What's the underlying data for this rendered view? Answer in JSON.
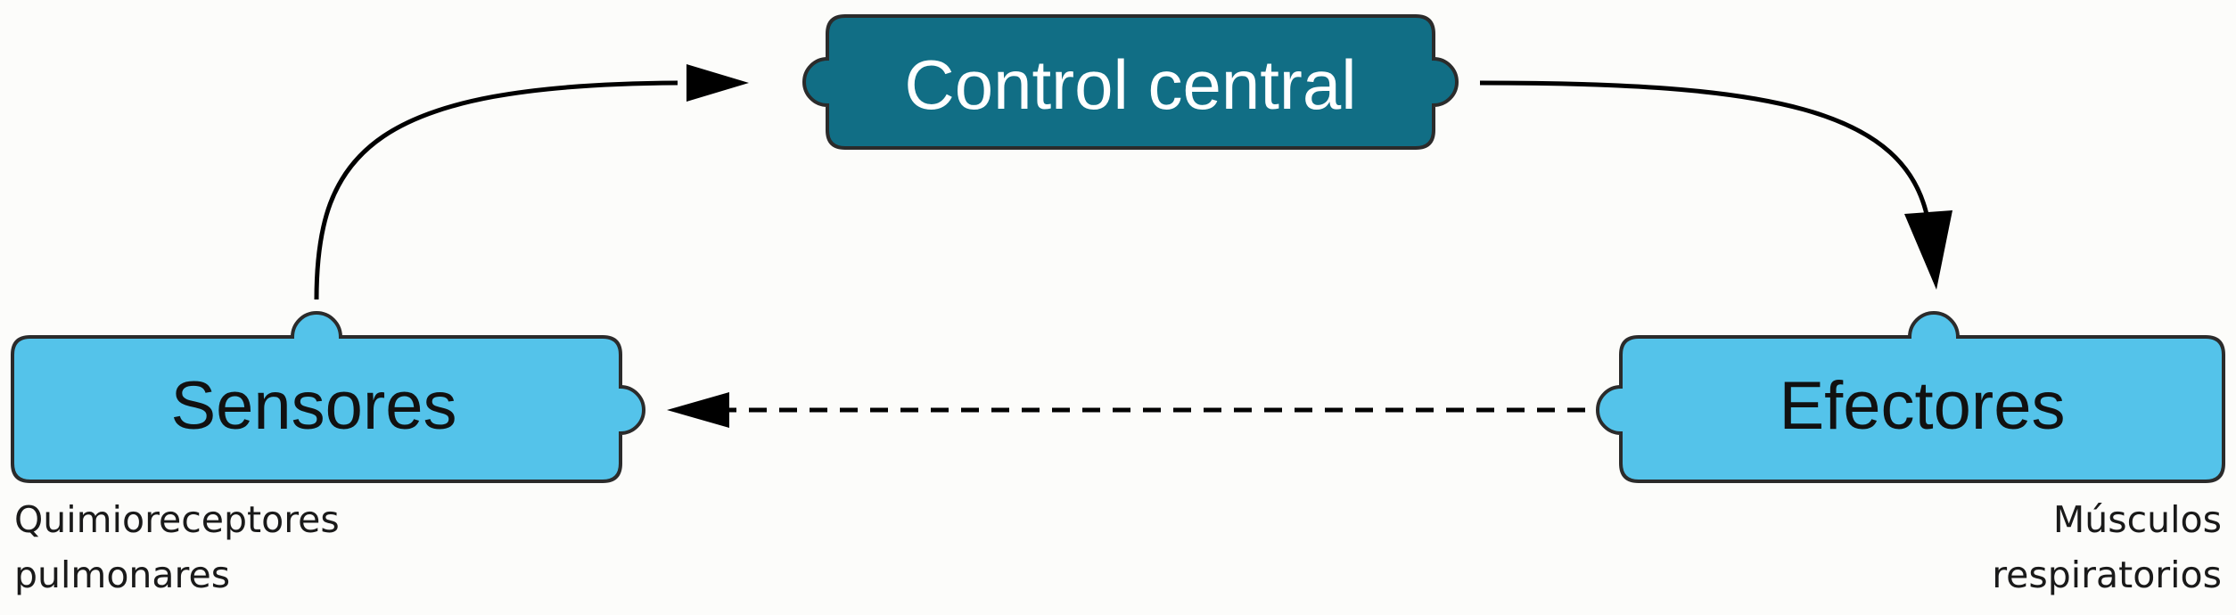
{
  "nodes": {
    "control": {
      "label": "Control central",
      "color": "#116e85",
      "text_color": "#ffffff"
    },
    "sensors": {
      "label": "Sensores",
      "color": "#54c3ea",
      "text_color": "#111111"
    },
    "effectors": {
      "label": "Efectores",
      "color": "#54c3ea",
      "text_color": "#111111"
    }
  },
  "captions": {
    "sensors": {
      "line1": "Quimioreceptores",
      "line2": "pulmonares"
    },
    "effectors": {
      "line1": "Músculos",
      "line2": "respiratorios"
    }
  },
  "edges": [
    {
      "from": "Sensores",
      "to": "Control central",
      "style": "solid"
    },
    {
      "from": "Control central",
      "to": "Efectores",
      "style": "solid"
    },
    {
      "from": "Efectores",
      "to": "Sensores",
      "style": "dashed"
    }
  ],
  "colors": {
    "border": "#2b2b2b",
    "arrow": "#000000"
  }
}
